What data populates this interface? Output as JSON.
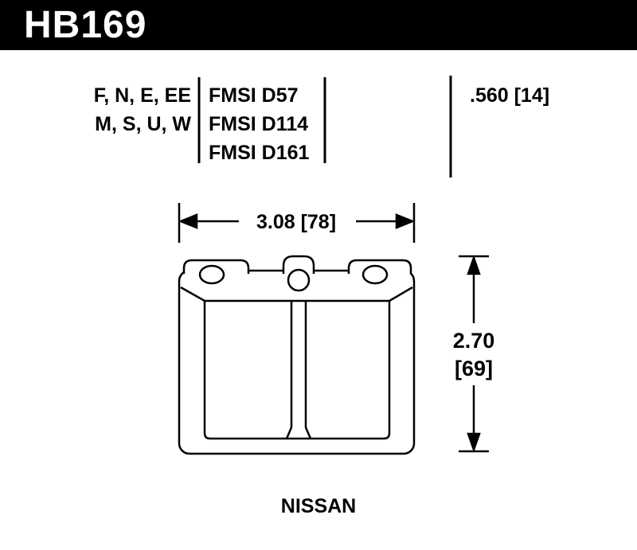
{
  "header": {
    "part_number": "HB169"
  },
  "spec_table": {
    "compound_rows": [
      "F, N, E, EE",
      "M, S, U, W"
    ],
    "fmsi_rows": [
      "FMSI D57",
      "FMSI D114",
      "FMSI D161"
    ],
    "pad_thickness": ".560 [14]"
  },
  "dimensions": {
    "width": "3.08 [78]",
    "height_value": "2.70",
    "height_mm": "[69]"
  },
  "footer": {
    "vehicle_make": "NISSAN"
  },
  "colors": {
    "ink": "#000000",
    "paper": "#ffffff"
  }
}
